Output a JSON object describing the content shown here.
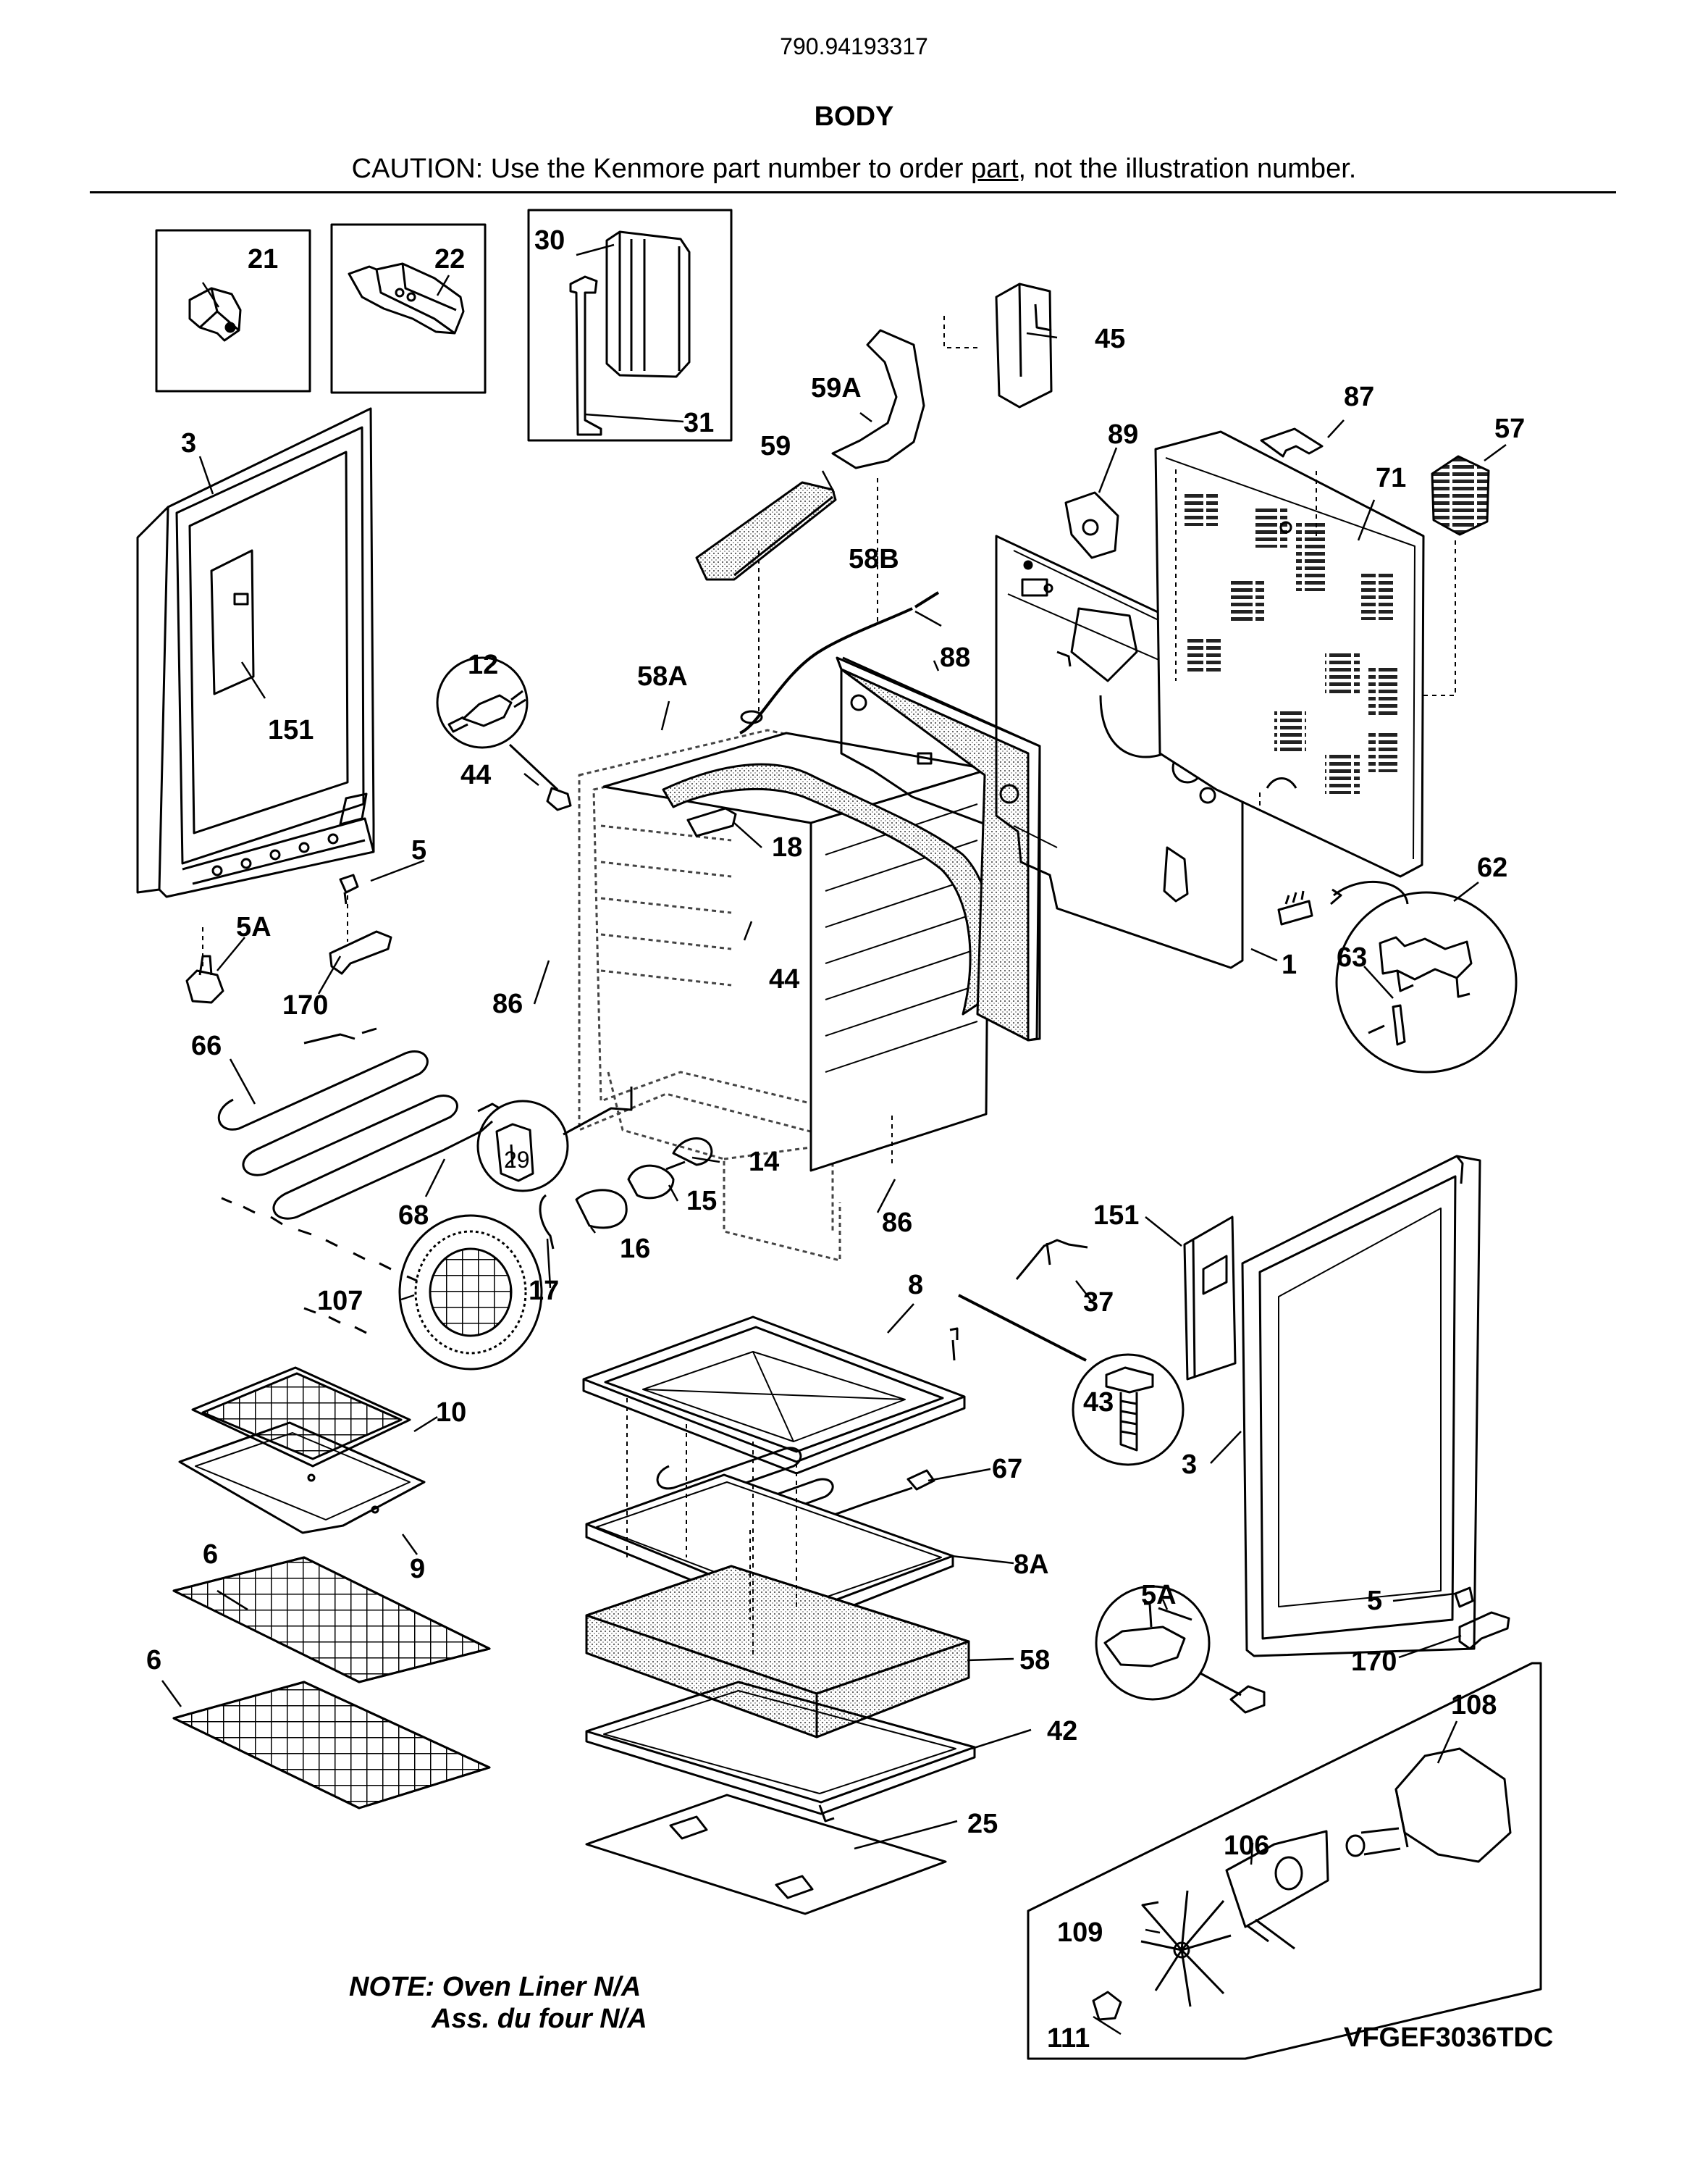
{
  "header": {
    "model_number": "790.94193317",
    "section_title": "BODY",
    "caution_prefix": "CAUTION: Use the Kenmore part number to order ",
    "caution_link": "part",
    "caution_suffix": ", not the illustration number."
  },
  "callouts": {
    "c21": "21",
    "c22": "22",
    "c30": "30",
    "c31": "31",
    "c3_left": "3",
    "c151_left": "151",
    "c5_left": "5",
    "c5A_left": "5A",
    "c170_left": "170",
    "c12": "12",
    "c44_a": "44",
    "c44_b": "44",
    "c58A": "58A",
    "c18": "18",
    "c86_a": "86",
    "c86_b": "86",
    "c59A": "59A",
    "c59": "59",
    "c58B": "58B",
    "c88": "88",
    "c45": "45",
    "c89": "89",
    "c87": "87",
    "c71": "71",
    "c57": "57",
    "c62": "62",
    "c63": "63",
    "c1": "1",
    "c66": "66",
    "c68": "68",
    "c29": "29",
    "c14": "14",
    "c15": "15",
    "c16": "16",
    "c17": "17",
    "c107": "107",
    "c10": "10",
    "c9": "9",
    "c6_a": "6",
    "c6_b": "6",
    "c8": "8",
    "c43": "43",
    "c67": "67",
    "c8A": "8A",
    "c58": "58",
    "c42": "42",
    "c25": "25",
    "c151_right": "151",
    "c37": "37",
    "c3_right": "3",
    "c5A_right": "5A",
    "c5_right": "5",
    "c170_right": "170",
    "c108": "108",
    "c106": "106",
    "c109": "109",
    "c111": "111"
  },
  "notes": {
    "line1": "NOTE: Oven Liner N/A",
    "line2": "Ass. du four N/A"
  },
  "diagram_ref": "VFGEF3036TDC"
}
